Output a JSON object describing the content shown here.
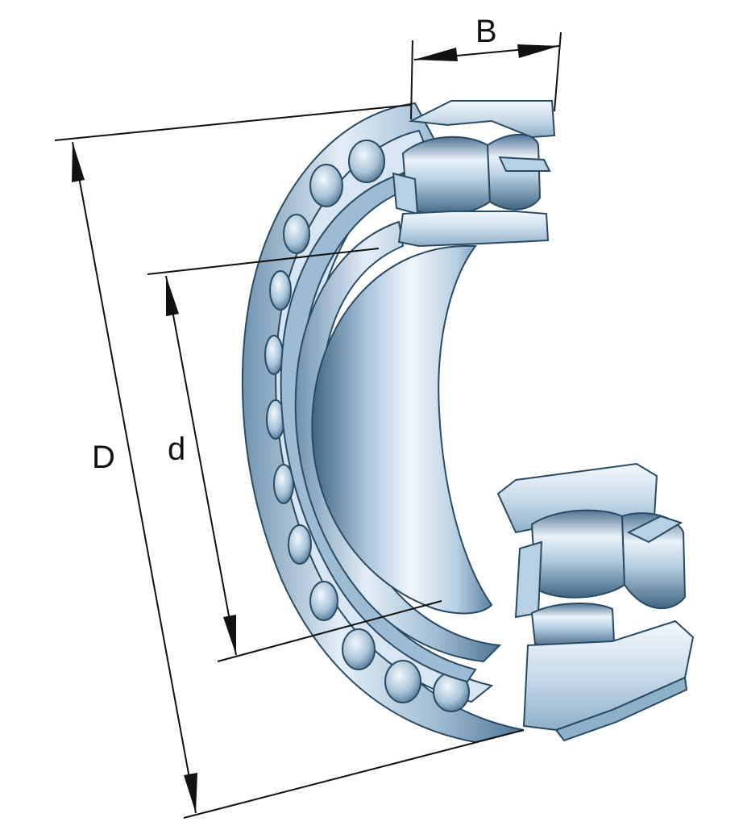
{
  "labels": {
    "width": "B",
    "outer_diameter": "D",
    "bore_diameter": "d"
  },
  "colors": {
    "steel_light": "#eef5fb",
    "steel_mid": "#b8d0e3",
    "steel_dark": "#6f93b0",
    "steel_deep": "#3f6583",
    "outline": "#2a4a63",
    "dimension": "#111111"
  }
}
